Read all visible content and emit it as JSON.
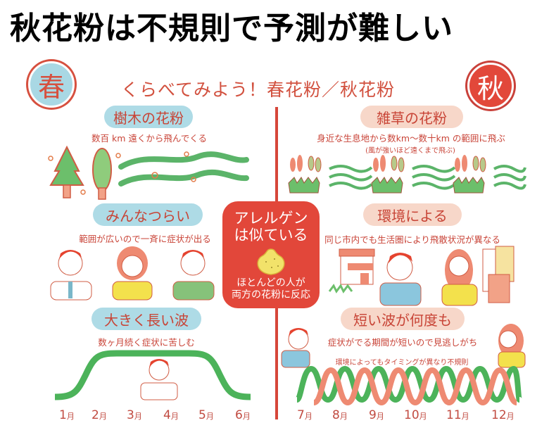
{
  "headline": "秋花粉は不規則で予測が難しい",
  "card": {
    "title": "くらべてみよう！春花粉／秋花粉",
    "spring_badge": "春",
    "autumn_badge": "秋",
    "center": {
      "line1": "アレルゲン",
      "line2": "は似ている",
      "line3": "ほとんどの人が",
      "line4": "両方の花粉に反応"
    },
    "spring": {
      "sections": [
        {
          "label": "樹木の花粉",
          "desc": "数百 km 遠くから飛んでくる"
        },
        {
          "label": "みんなつらい",
          "desc": "範囲が広いので一斉に症状が出る"
        },
        {
          "label": "大きく長い波",
          "desc": "数ヶ月続く症状に苦しむ"
        }
      ],
      "months": [
        "1",
        "2",
        "3",
        "4",
        "5",
        "6"
      ]
    },
    "autumn": {
      "sections": [
        {
          "label": "雑草の花粉",
          "desc": "身近な生息地から数km〜数十km の範囲に飛ぶ",
          "note": "(風が強いほど遠くまで飛ぶ)"
        },
        {
          "label": "環境による",
          "desc": "同じ市内でも生活圏により飛散状況が異なる"
        },
        {
          "label": "短い波が何度も",
          "desc": "症状がでる期間が短いので見逃しがち",
          "note": "環境によってもタイミングが異なり不規則"
        }
      ],
      "months": [
        "7",
        "8",
        "9",
        "10",
        "11",
        "12"
      ]
    },
    "month_suffix": "月"
  },
  "colors": {
    "accent_red": "#e2473a",
    "text_red": "#c84436",
    "spring_blue": "#aedbe6",
    "autumn_pink": "#f7d7c9",
    "wave_green": "#4cb35a",
    "wave_salmon": "#ee8a72"
  }
}
